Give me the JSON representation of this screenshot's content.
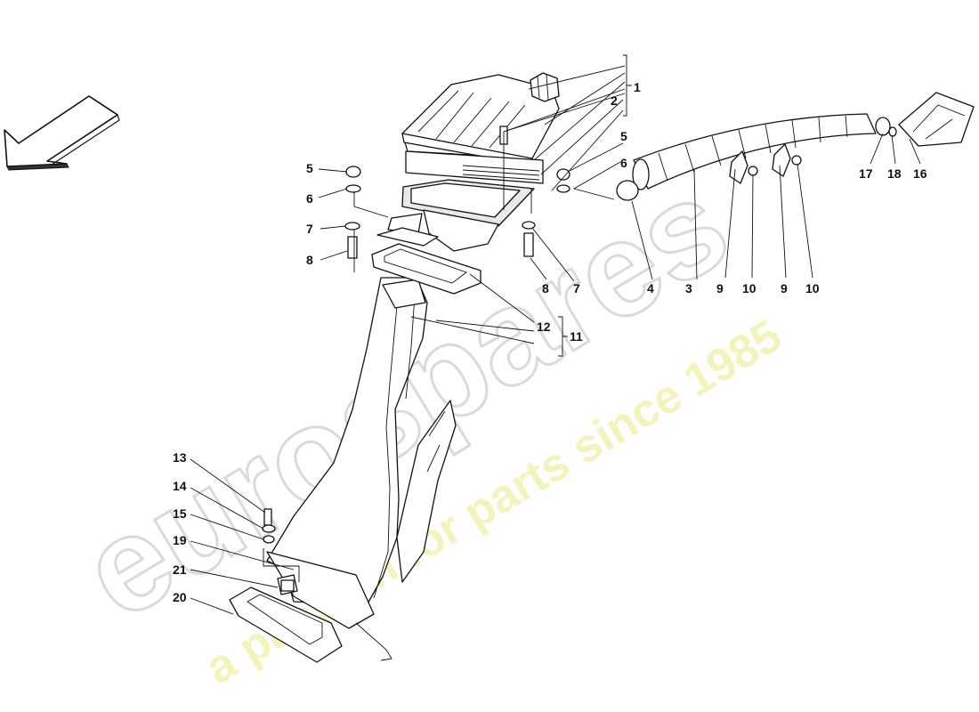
{
  "watermark": {
    "brand": "eurospares",
    "tagline": "a passion for parts since 1985",
    "colors": {
      "brand_outline": "#d6d6d6",
      "tagline_fill": "#f1efa6"
    }
  },
  "direction_arrow": {
    "icon": "direction-arrow-icon"
  },
  "callouts": {
    "c1": "1",
    "c2": "2",
    "c3": "3",
    "c4": "4",
    "c5_left": "5",
    "c5_right": "5",
    "c6_left": "6",
    "c6_right": "6",
    "c7_left": "7",
    "c7_right": "7",
    "c8_left": "8",
    "c8_right": "8",
    "c9_a": "9",
    "c9_b": "9",
    "c10_a": "10",
    "c10_b": "10",
    "c11": "11",
    "c12": "12",
    "c13": "13",
    "c14": "14",
    "c15": "15",
    "c16": "16",
    "c17": "17",
    "c18": "18",
    "c19": "19",
    "c20": "20",
    "c21": "21"
  }
}
